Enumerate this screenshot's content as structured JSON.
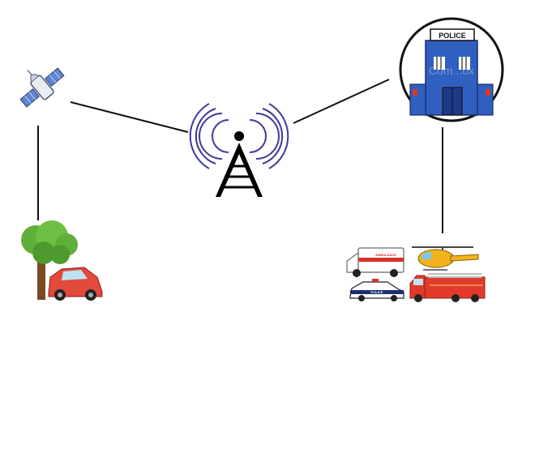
{
  "nodes": {
    "satellite": {
      "icon": "satellite-icon"
    },
    "tower": {
      "icon": "radio-tower-icon",
      "wave_color": "#3b3b9c"
    },
    "police_station": {
      "icon": "police-station-icon",
      "sign_label": "POLICE",
      "watermark": "Com...ox",
      "building_color": "#2f5fbf"
    },
    "crash": {
      "icon": "car-crash-icon",
      "car_color": "#e24a3b",
      "tree_color": "#5fb03a"
    },
    "responders": {
      "icon": "emergency-vehicles-icon",
      "ambulance_label": "AMBULANCE",
      "police_car_label": "POLICE",
      "helicopter_color": "#f2b21b",
      "firetruck_color": "#e23a2a"
    }
  },
  "links": [
    {
      "from": "satellite",
      "to": "tower"
    },
    {
      "from": "tower",
      "to": "police_station"
    },
    {
      "from": "satellite",
      "to": "crash"
    },
    {
      "from": "police_station",
      "to": "responders"
    }
  ]
}
